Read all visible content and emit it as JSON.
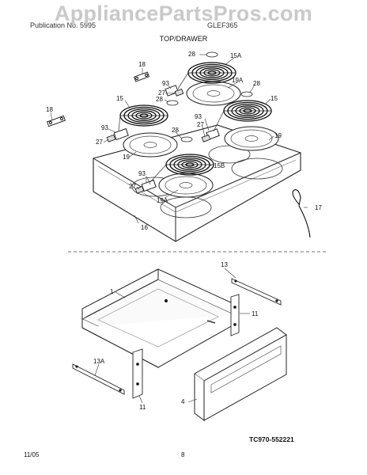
{
  "watermark": "AppliancePartsPros.com",
  "header": {
    "left": "Publication No. 5995",
    "right": "GLEF365"
  },
  "title": "TOP/DRAWER",
  "callouts": {
    "c28a": "28",
    "c15a": "15A",
    "c18a": "18",
    "c93a": "93",
    "c27a": "27",
    "c28b": "28",
    "c19a1": "19A",
    "c28c": "28",
    "c15b": "15",
    "c15c": "15",
    "c18b": "18",
    "c93b": "93",
    "c28d": "28",
    "c27b": "27",
    "c19b": "19",
    "c19c": "19",
    "c93c": "93",
    "c15d": "15B",
    "c93d": "93",
    "c27c": "27",
    "c19a2": "19A",
    "c17": "17",
    "c16": "16",
    "c13": "13",
    "c1": "1",
    "c11a": "11",
    "c13a": "13A",
    "c11b": "11",
    "c4": "4"
  },
  "diagram_ref": "TC970-552221",
  "footer": {
    "date": "11/05",
    "page": "8"
  }
}
